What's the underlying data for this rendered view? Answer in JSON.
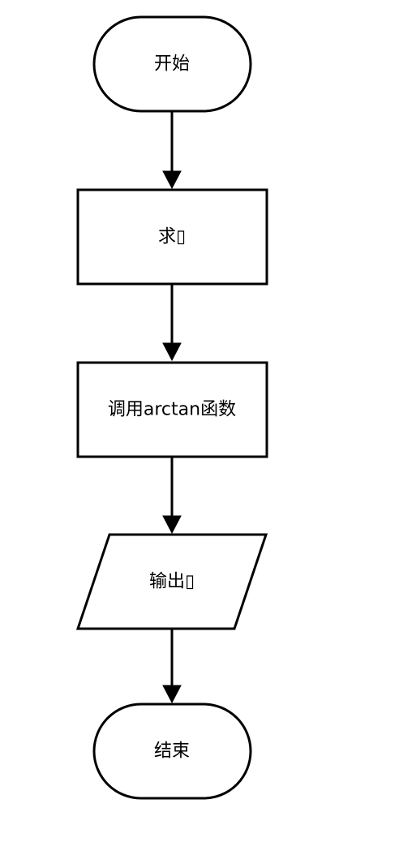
{
  "flowchart": {
    "nodes": [
      {
        "id": "start",
        "shape": "terminator",
        "label": "开始"
      },
      {
        "id": "compute",
        "shape": "process",
        "label": "求▯"
      },
      {
        "id": "call",
        "shape": "process",
        "label": "调用arctan函数"
      },
      {
        "id": "output",
        "shape": "io",
        "label": "输出▯"
      },
      {
        "id": "end",
        "shape": "terminator",
        "label": "结束"
      }
    ],
    "edges": [
      {
        "from": "start",
        "to": "compute"
      },
      {
        "from": "compute",
        "to": "call"
      },
      {
        "from": "call",
        "to": "output"
      },
      {
        "from": "output",
        "to": "end"
      }
    ]
  },
  "colors": {
    "stroke": "#000000",
    "fill": "#ffffff",
    "text": "#000000"
  }
}
